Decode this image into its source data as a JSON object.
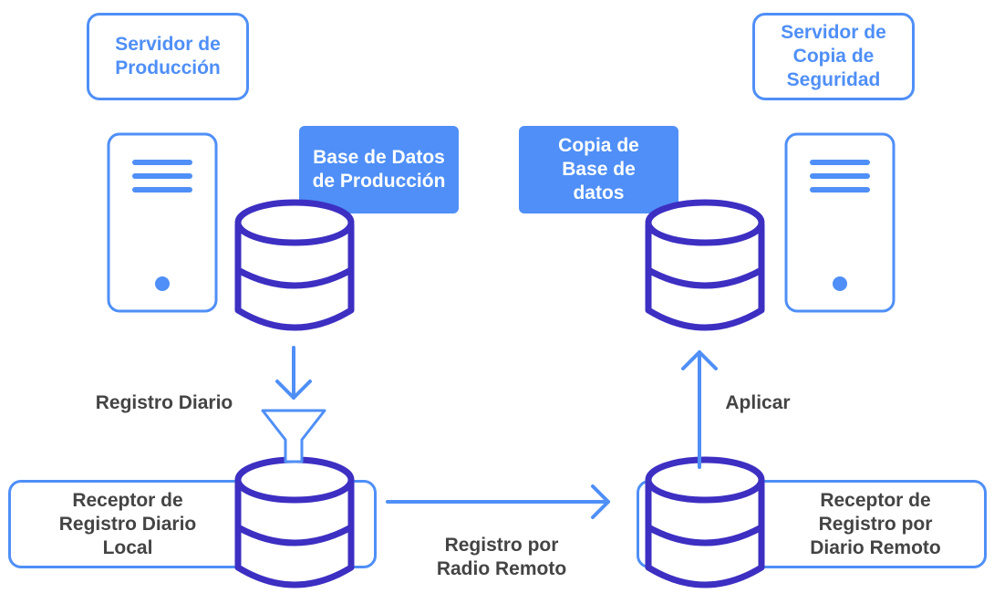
{
  "colors": {
    "blue": "#4f8ff7",
    "purple": "#3d2fc2",
    "text_dark": "#444444",
    "white": "#ffffff"
  },
  "production_server": {
    "label": "Servidor de Producción",
    "icon": "server-icon"
  },
  "backup_server": {
    "label": "Servidor de Copia de Seguridad",
    "icon": "server-icon"
  },
  "production_db": {
    "label": "Base de Datos de Producción",
    "icon": "database-icon"
  },
  "backup_db": {
    "label": "Copia de Base de datos",
    "icon": "database-icon"
  },
  "local_receiver": {
    "label": "Receptor de Registro Diario Local",
    "icon": "database-icon"
  },
  "remote_receiver": {
    "label": "Receptor de Registro por Diario Remoto",
    "icon": "database-icon"
  },
  "edges": {
    "journal": "Registro Diario",
    "remote_journal": "Registro por Radio Remoto",
    "apply": "Aplicar"
  },
  "filter_icon": "funnel-icon"
}
